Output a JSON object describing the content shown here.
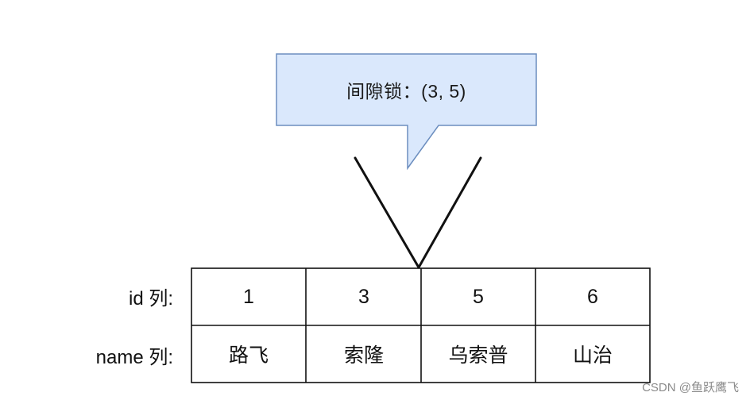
{
  "callout": {
    "text": "间隙锁：(3, 5)",
    "fill_color": "#dae8fc",
    "stroke_color": "#6c8ebf"
  },
  "table": {
    "row_labels": [
      "id 列:",
      "name 列:"
    ],
    "ids": [
      "1",
      "3",
      "5",
      "6"
    ],
    "names": [
      "路飞",
      "索隆",
      "乌索普",
      "山治"
    ]
  },
  "watermark": "CSDN @鱼跃鹰飞"
}
